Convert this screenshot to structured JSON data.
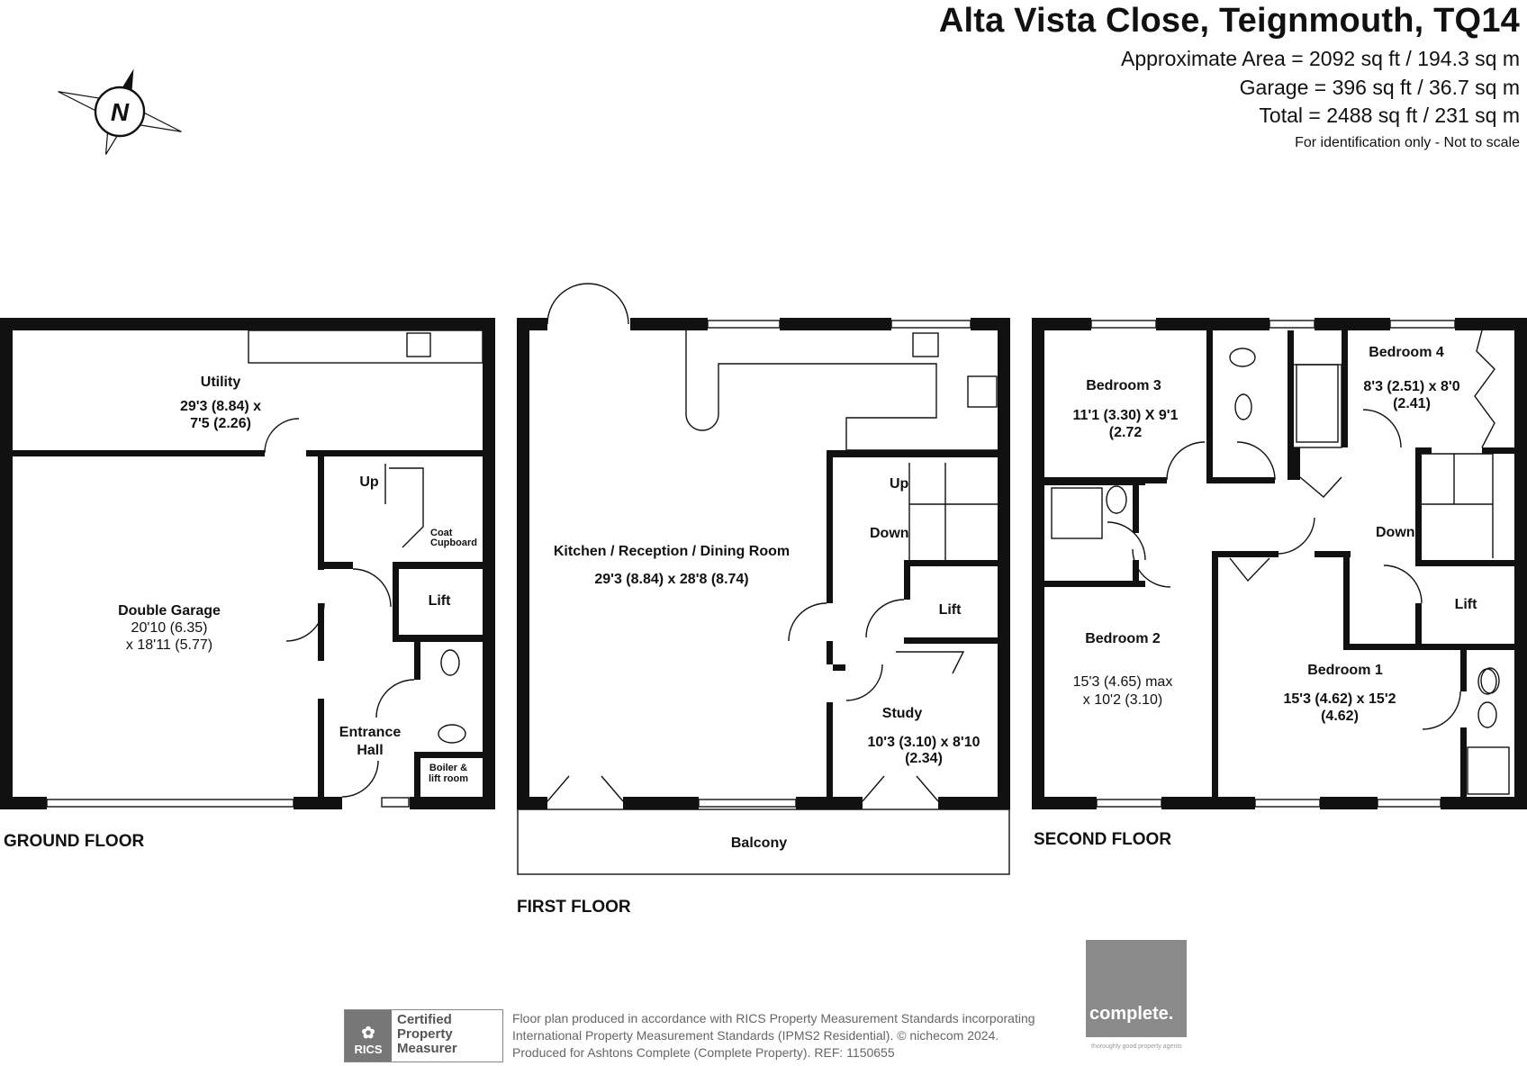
{
  "header": {
    "title": "Alta Vista Close, Teignmouth, TQ14",
    "area_lines": [
      "Approximate Area = 2092 sq ft / 194.3 sq m",
      "Garage = 396 sq ft / 36.7 sq m",
      "Total = 2488 sq ft / 231 sq m"
    ],
    "note": "For identification only - Not to scale"
  },
  "compass": {
    "label": "N"
  },
  "ground_floor": {
    "label": "GROUND FLOOR",
    "utility": {
      "name": "Utility",
      "dim1": "29'3 (8.84) x",
      "dim2": "7'5 (2.26)"
    },
    "garage": {
      "name": "Double Garage",
      "dim1": "20'10 (6.35)",
      "dim2": "x 18'11 (5.77)"
    },
    "up": "Up",
    "coat1": "Coat",
    "coat2": "Cupboard",
    "lift": "Lift",
    "hall1": "Entrance",
    "hall2": "Hall",
    "boiler1": "Boiler &",
    "boiler2": "lift room"
  },
  "first_floor": {
    "label": "FIRST FLOOR",
    "kitchen": {
      "name": "Kitchen / Reception / Dining Room",
      "dim": "29'3 (8.84) x 28'8 (8.74)"
    },
    "up": "Up",
    "down": "Down",
    "lift": "Lift",
    "study": {
      "name": "Study",
      "dim1": "10'3 (3.10) x 8'10",
      "dim2": "(2.34)"
    },
    "balcony": "Balcony"
  },
  "second_floor": {
    "label": "SECOND FLOOR",
    "bed3": {
      "name": "Bedroom 3",
      "dim1": "11'1 (3.30) X 9'1",
      "dim2": "(2.72"
    },
    "bed4": {
      "name": "Bedroom 4",
      "dim1": "8'3 (2.51) x 8'0",
      "dim2": "(2.41)"
    },
    "bed2": {
      "name": "Bedroom 2",
      "dim1": "15'3 (4.65) max",
      "dim2": "x 10'2 (3.10)"
    },
    "bed1": {
      "name": "Bedroom 1",
      "dim1": "15'3 (4.62) x 15'2",
      "dim2": "(4.62)"
    },
    "down": "Down",
    "lift": "Lift"
  },
  "footer": {
    "rics_logo": "RICS",
    "rics_badge": [
      "Certified",
      "Property",
      "Measurer"
    ],
    "lines": [
      "Floor plan produced in accordance with RICS Property Measurement Standards incorporating",
      "International Property Measurement Standards (IPMS2 Residential).  © nichecom 2024.",
      "Produced for Ashtons Complete (Complete Property).   REF: 1150655"
    ],
    "brand": "complete.",
    "brand_tagline": "thoroughly good property agents"
  }
}
